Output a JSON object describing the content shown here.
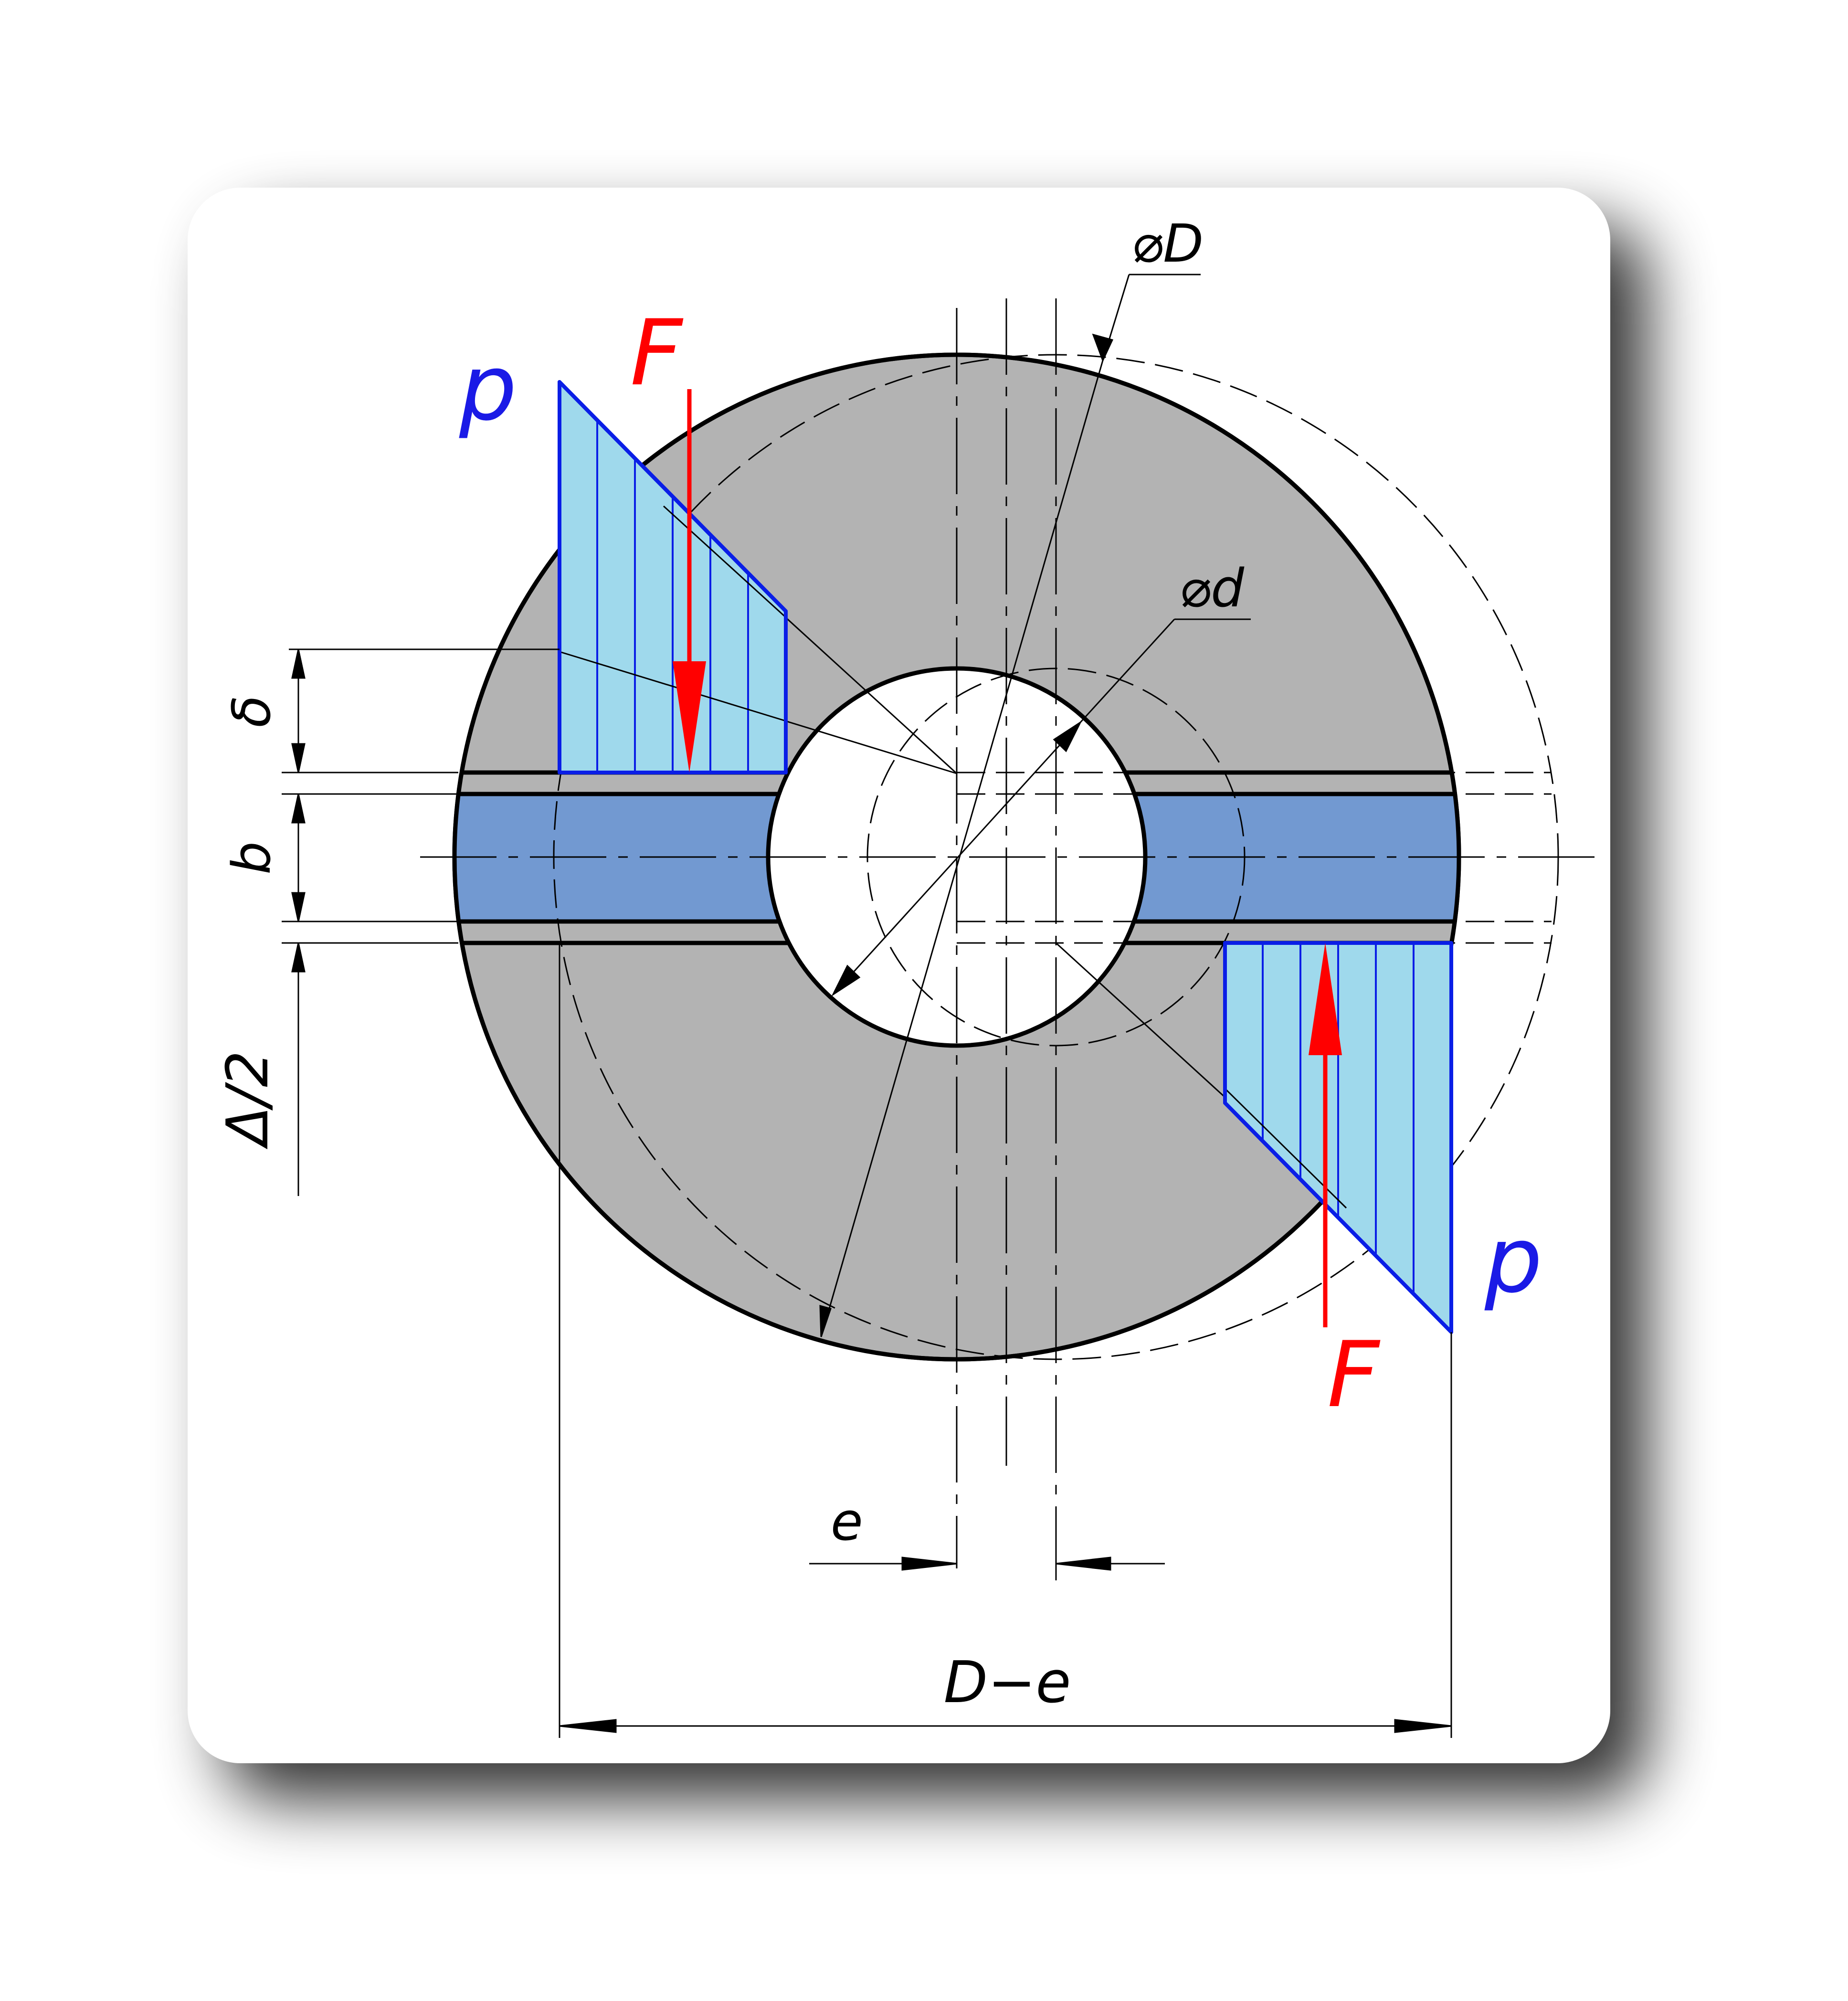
{
  "labels": {
    "force_top": "F",
    "force_bottom": "F",
    "pressure_top": "p",
    "pressure_bottom": "p",
    "outer_diameter": "⌀D",
    "inner_diameter": "⌀d",
    "delta": "δ",
    "slot_width": "b",
    "half_clearance": "Δ/2",
    "eccentricity": "e",
    "span": "D−e"
  },
  "colors": {
    "disc": "#b3b3b3",
    "slot": "#7299d1",
    "pressure_fill": "#9fd9ec",
    "pressure_stroke": "#0a1ee6",
    "force": "#ff0000",
    "label_blue": "#1a1ae6",
    "label_red": "#ff0000",
    "outline": "#000000"
  }
}
